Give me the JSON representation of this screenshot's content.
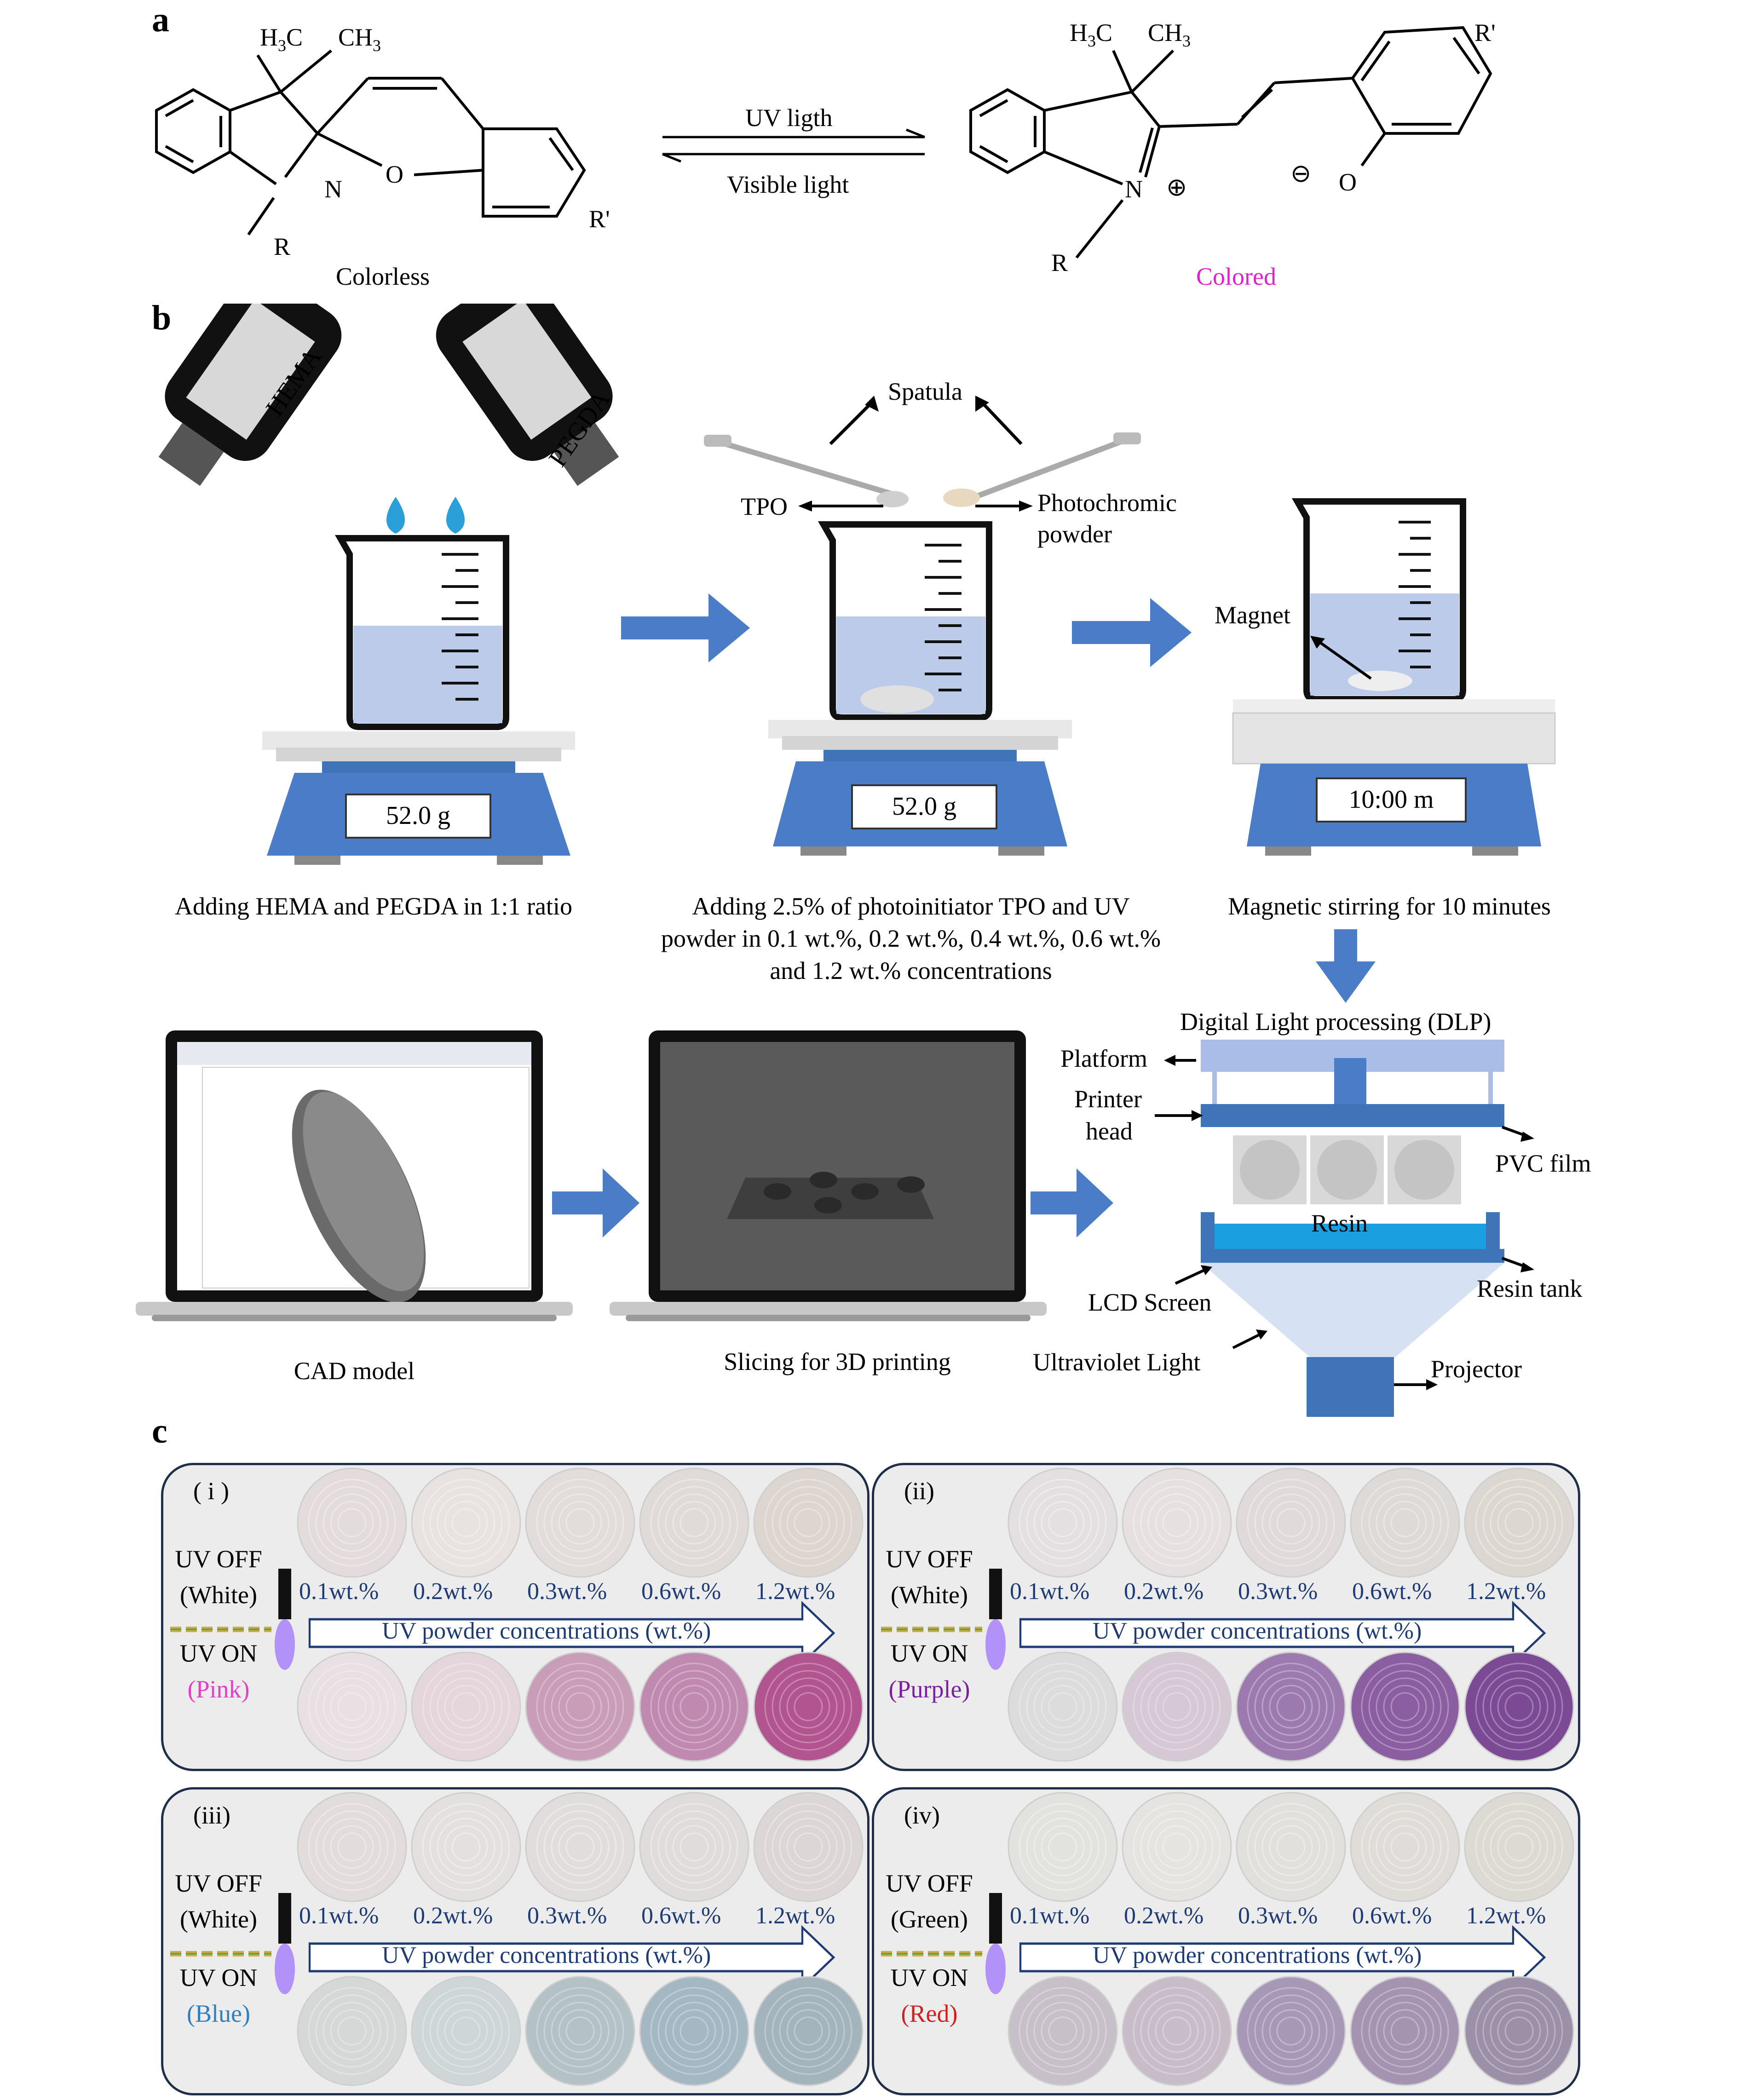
{
  "panel_a": {
    "letter": "a",
    "left_molecule": {
      "sub1": "H",
      "sub1b": "3",
      "sub1c": "C",
      "sub2": "CH",
      "sub2b": "3",
      "n": "N",
      "o": "O",
      "r": "R",
      "rp": "R'",
      "state": "Colorless"
    },
    "forward_label": "UV ligth",
    "reverse_label": "Visible light",
    "right_molecule": {
      "sub1": "H",
      "sub1b": "3",
      "sub1c": "C",
      "sub2": "CH",
      "sub2b": "3",
      "n": "N",
      "plus": "⊕",
      "minus": "⊖",
      "o": "O",
      "r": "R",
      "rp": "R'",
      "state": "Colored"
    },
    "colors": {
      "colored_label": "#e020d0"
    }
  },
  "panel_b": {
    "letter": "b",
    "bottle_left": "HEMA",
    "bottle_right": "PEGDA",
    "spatula": "Spatula",
    "tpo": "TPO",
    "photochromic_1": "Photochromic",
    "photochromic_2": "powder",
    "magnet": "Magnet",
    "scale1": "52.0 g",
    "scale2": "52.0 g",
    "scale3": "10:00 m",
    "step1": "Adding HEMA and PEGDA in 1:1 ratio",
    "step2_l1": "Adding 2.5% of photoinitiator TPO and UV",
    "step2_l2": "powder in 0.1 wt.%, 0.2 wt.%, 0.4 wt.%, 0.6 wt.%",
    "step2_l3": "and 1.2 wt.% concentrations",
    "step3": "Magnetic stirring for 10 minutes",
    "cad": "CAD model",
    "slicing": "Slicing for 3D printing",
    "dlp_title": "Digital Light processing (DLP)",
    "platform": "Platform",
    "printer_head_1": "Printer",
    "printer_head_2": "head",
    "pvc": "PVC film",
    "resin": "Resin",
    "lcd": "LCD Screen",
    "resin_tank": "Resin tank",
    "uv_light": "Ultraviolet Light",
    "projector": "Projector",
    "colors": {
      "blue": "#4a7cc8",
      "light_blue": "#a9bde6",
      "liquid": "#bccbe9",
      "resin": "#1aa0e0"
    }
  },
  "panel_c": {
    "letter": "c",
    "concentrations": [
      "0.1wt.%",
      "0.2wt.%",
      "0.3wt.%",
      "0.6wt.%",
      "1.2wt.%"
    ],
    "arrow_label": "UV powder concentrations (wt.%)",
    "uv_off": "UV OFF",
    "uv_on": "UV ON",
    "subpanels": [
      {
        "id": "( i )",
        "off_color_name": "(White)",
        "on_color_name": "(Pink)",
        "on_text_color": "#e040c8",
        "off_disc": [
          "#e4dcdc",
          "#e8e2e0",
          "#e2dcda",
          "#e0dad8",
          "#ddd5d0"
        ],
        "on_disc": [
          "#e8e0e2",
          "#e4d6da",
          "#c99cb8",
          "#c08ab0",
          "#b2548f"
        ]
      },
      {
        "id": "(ii)",
        "off_color_name": "(White)",
        "on_color_name": "(Purple)",
        "on_text_color": "#7a1fa0",
        "off_disc": [
          "#e4e0e2",
          "#e6e0e0",
          "#e0dadb",
          "#dedad8",
          "#ddd7d2"
        ],
        "on_disc": [
          "#dcdcdc",
          "#d6c8d4",
          "#9c7ab0",
          "#8a5ea0",
          "#7c4a94"
        ]
      },
      {
        "id": "(iii)",
        "off_color_name": "(White)",
        "on_color_name": "(Blue)",
        "on_text_color": "#2f7fc0",
        "off_disc": [
          "#e2dcdc",
          "#e4e0e0",
          "#e2dddd",
          "#e0dcdc",
          "#ddd6d6"
        ],
        "on_disc": [
          "#d6d8d8",
          "#cfd6d8",
          "#b4c2c8",
          "#a4b8c4",
          "#a4b4bc"
        ]
      },
      {
        "id": "(iv)",
        "off_color_name": "(Green)",
        "on_color_name": "(Red)",
        "on_text_color": "#d02020",
        "off_disc": [
          "#e2e2de",
          "#e6e4e0",
          "#e2e0dc",
          "#e0dcd8",
          "#dcdad2"
        ],
        "on_disc": [
          "#c8c0c8",
          "#c8bcc8",
          "#a898b8",
          "#a494b2",
          "#9c90a8"
        ]
      }
    ]
  }
}
